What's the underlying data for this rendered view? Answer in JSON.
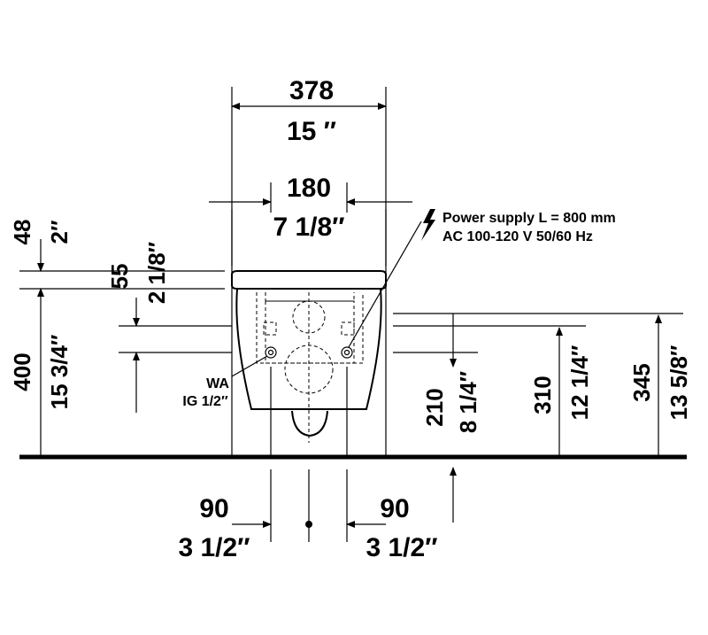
{
  "dimensions": {
    "overall_width_mm": "378",
    "overall_width_in": "15 ″",
    "bracket_width_mm": "180",
    "bracket_width_in": "7 1/8″",
    "top_offset_mm": "48",
    "top_offset_in": "2″",
    "upper_gap_mm": "55",
    "upper_gap_in": "2 1/8″",
    "height_mm": "400",
    "height_in": "15 3/4″",
    "outlet_height_mm": "210",
    "outlet_height_in": "8 1/4″",
    "bolt_height_mm": "310",
    "bolt_height_in": "12 1/4″",
    "top_bolt_height_mm": "345",
    "top_bolt_height_in": "13 5/8″",
    "left_offset_mm": "90",
    "left_offset_in": "3 1/2″",
    "right_offset_mm": "90",
    "right_offset_in": "3 1/2″"
  },
  "notes": {
    "power_line1": "Power supply L = 800 mm",
    "power_line2": "AC 100-120 V  50/60 Hz",
    "water_line1": "WA",
    "water_line2": "IG 1/2″"
  },
  "icons": {
    "power": "lightning-icon"
  }
}
